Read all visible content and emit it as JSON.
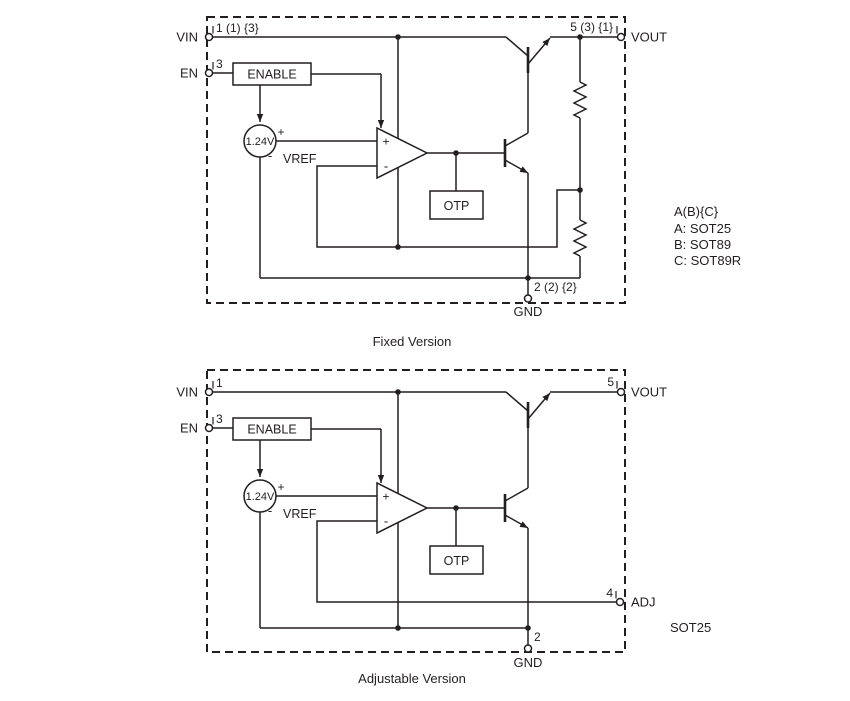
{
  "colors": {
    "line": "#231f20",
    "background": "#ffffff"
  },
  "symbols": {
    "plus": "+",
    "minus": "-"
  },
  "fixed": {
    "caption": "Fixed Version",
    "pins": {
      "vin": {
        "label": "VIN",
        "number": "1 (1) {3}"
      },
      "en": {
        "label": "EN",
        "number": "3"
      },
      "vout": {
        "label": "VOUT",
        "number": "5 (3) {1}"
      },
      "gnd": {
        "label": "GND",
        "number": "2 (2) {2}"
      }
    },
    "blocks": {
      "enable": "ENABLE",
      "otp": "OTP"
    },
    "reference": {
      "value": "1.24V",
      "label": "VREF"
    },
    "package_note": {
      "line1": "A(B){C}",
      "line2": "A: SOT25",
      "line3": "B: SOT89",
      "line4": "C: SOT89R"
    }
  },
  "adjustable": {
    "caption": "Adjustable Version",
    "pins": {
      "vin": {
        "label": "VIN",
        "number": "1"
      },
      "en": {
        "label": "EN",
        "number": "3"
      },
      "vout": {
        "label": "VOUT",
        "number": "5"
      },
      "adj": {
        "label": "ADJ",
        "number": "4"
      },
      "gnd": {
        "label": "GND",
        "number": "2"
      }
    },
    "blocks": {
      "enable": "ENABLE",
      "otp": "OTP"
    },
    "reference": {
      "value": "1.24V",
      "label": "VREF"
    },
    "package_note": "SOT25"
  }
}
